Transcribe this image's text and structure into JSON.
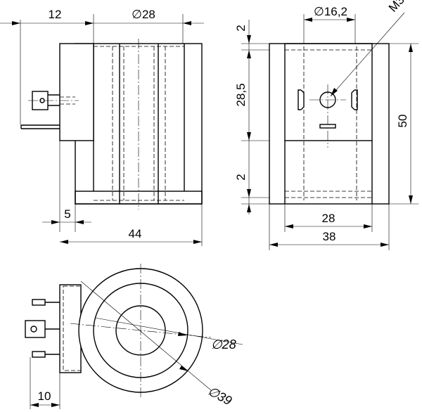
{
  "drawing": {
    "front_view": {
      "dim_width_left": "12",
      "dim_diameter_top": "∅28",
      "dim_bottom_small": "5",
      "dim_total_width": "44"
    },
    "side_view": {
      "dim_connector_diameter": "∅16,2",
      "dim_thread": "M3",
      "dim_top_gap": "2",
      "dim_connector_height": "28,5",
      "dim_bottom_gap": "2",
      "dim_total_height": "50",
      "dim_inner_width": "28",
      "dim_outer_width": "38"
    },
    "top_view": {
      "dim_inner_diameter": "∅28",
      "dim_outer_diameter": "∅39",
      "dim_bottom_width": "10"
    }
  }
}
